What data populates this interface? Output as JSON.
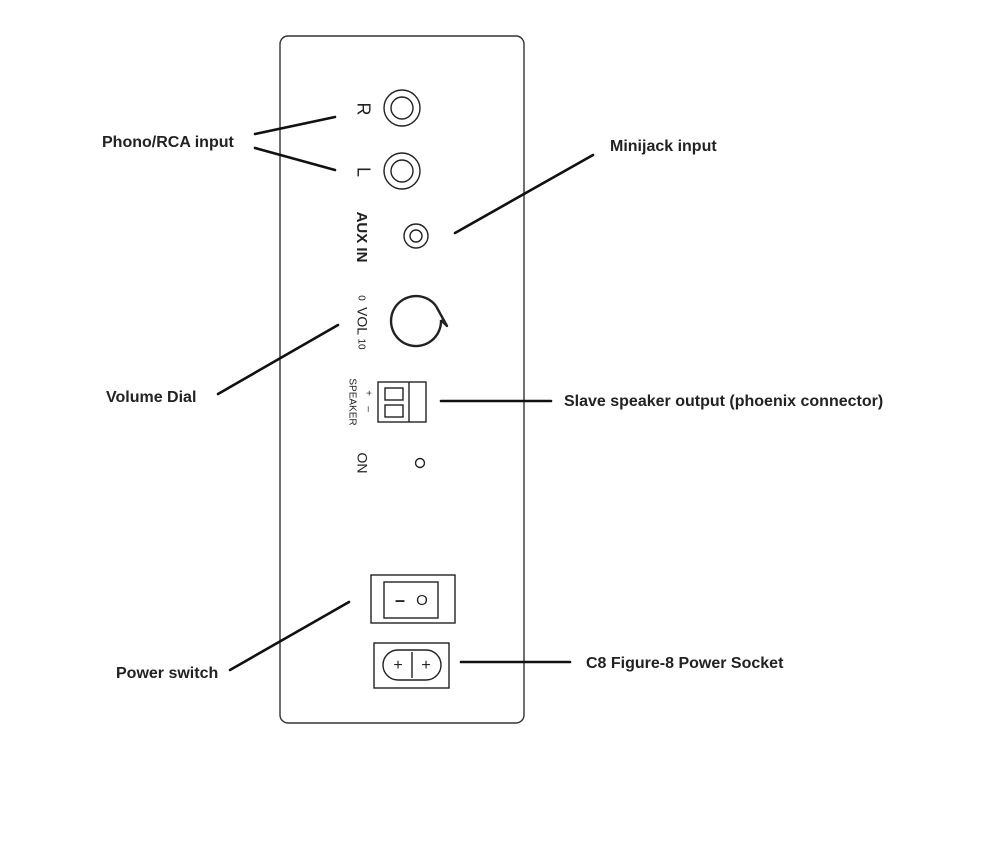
{
  "callouts": {
    "phono_rca": "Phono/RCA input",
    "minijack": "Minijack input",
    "volume_dial": "Volume Dial",
    "slave_speaker": "Slave speaker output (phoenix connector)",
    "power_switch": "Power switch",
    "power_socket": "C8 Figure-8 Power Socket"
  },
  "panel": {
    "rca_right": "R",
    "rca_left": "L",
    "aux_in": "AUX IN",
    "vol_min": "0",
    "vol_label": "VOL",
    "vol_max": "10",
    "speaker_plus": "+",
    "speaker_minus": "–",
    "speaker_label": "SPEAKER",
    "led_label": "ON",
    "switch_off": "–",
    "switch_on": "O",
    "socket_pin_a": "+",
    "socket_pin_b": "+"
  },
  "colors": {
    "ink": "#222222",
    "background": "#ffffff"
  }
}
